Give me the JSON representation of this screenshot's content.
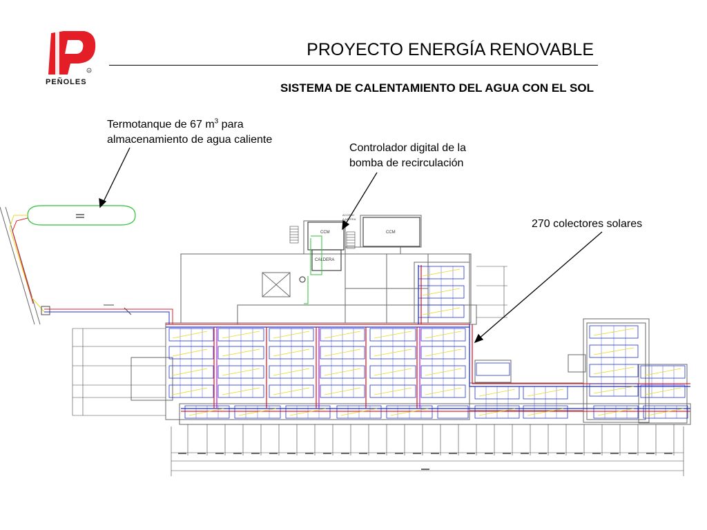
{
  "header": {
    "logo_text": "PEÑOLES",
    "title": "PROYECTO ENERGÍA RENOVABLE",
    "subtitle": "SISTEMA DE CALENTAMIENTO DEL AGUA CON EL SOL"
  },
  "callouts": {
    "tank_line1_pre": "Termotanque de 67 m",
    "tank_line1_sup": "3",
    "tank_line1_post": " para",
    "tank_line2": "almacenamiento de agua caliente",
    "ctrl_line1": "Controlador digital de la",
    "ctrl_line2": "bomba de recirculación",
    "collectors": "270 colectores solares"
  },
  "plan_labels": {
    "ccm_left": "CCM",
    "ccm_right": "CCM",
    "caldera": "CALDERA",
    "acceso": "ACCESO",
    "azotea": "A AZOTEA"
  },
  "colors": {
    "logo_red": "#e41e26",
    "pipe_red": "#e0202a",
    "pipe_blue": "#1c2fd6",
    "pipe_green": "#2fbf3a",
    "pipe_yellow": "#e8d820",
    "pipe_magenta": "#cc22cc",
    "structure": "#555555"
  }
}
